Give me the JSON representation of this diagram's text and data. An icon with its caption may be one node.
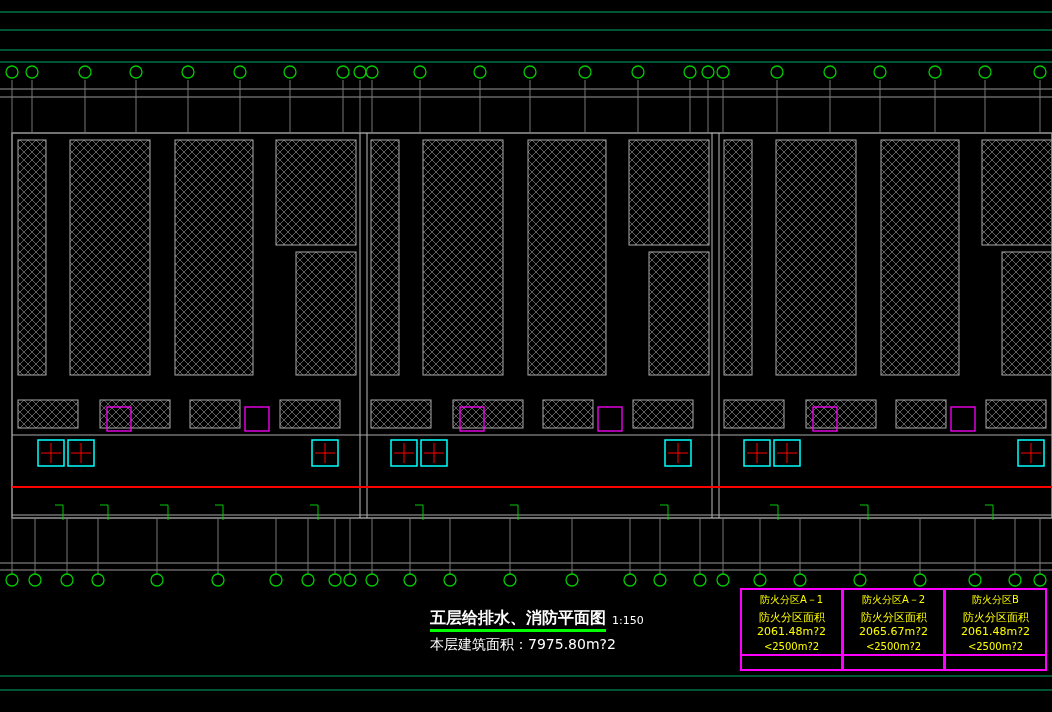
{
  "diagram": {
    "title": "五层给排水、消防平面图",
    "labels": [
      "1:150",
      "本层建筑面积：7975.80m?2",
      "防火分区A－1",
      "防火分区A－2",
      "防火分区B",
      "防火分区面积2061.48m?2",
      "防火分区面积2065.67m?2",
      "防火分区面积2061.48m?2",
      "<2500m?2",
      "<2500m?2",
      "<2500m?2"
    ]
  }
}
